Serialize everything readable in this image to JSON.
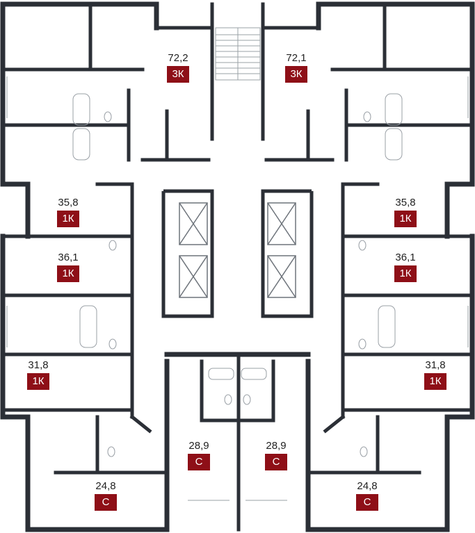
{
  "apartments": [
    {
      "id": "a1",
      "area": "72,2",
      "type": "3К"
    },
    {
      "id": "a2",
      "area": "72,1",
      "type": "3К"
    },
    {
      "id": "a3",
      "area": "35,8",
      "type": "1К"
    },
    {
      "id": "a4",
      "area": "35,8",
      "type": "1К"
    },
    {
      "id": "a5",
      "area": "36,1",
      "type": "1К"
    },
    {
      "id": "a6",
      "area": "36,1",
      "type": "1К"
    },
    {
      "id": "a7",
      "area": "31,8",
      "type": "1К"
    },
    {
      "id": "a8",
      "area": "31,8",
      "type": "1К"
    },
    {
      "id": "a9",
      "area": "28,9",
      "type": "С"
    },
    {
      "id": "a10",
      "area": "28,9",
      "type": "С"
    },
    {
      "id": "a11",
      "area": "24,8",
      "type": "С"
    },
    {
      "id": "a12",
      "area": "24,8",
      "type": "С"
    }
  ],
  "colors": {
    "wall": "#2b2f36",
    "thin_line": "#9aa0a6",
    "badge": "#8e0f17",
    "badge_text": "#ffffff"
  }
}
